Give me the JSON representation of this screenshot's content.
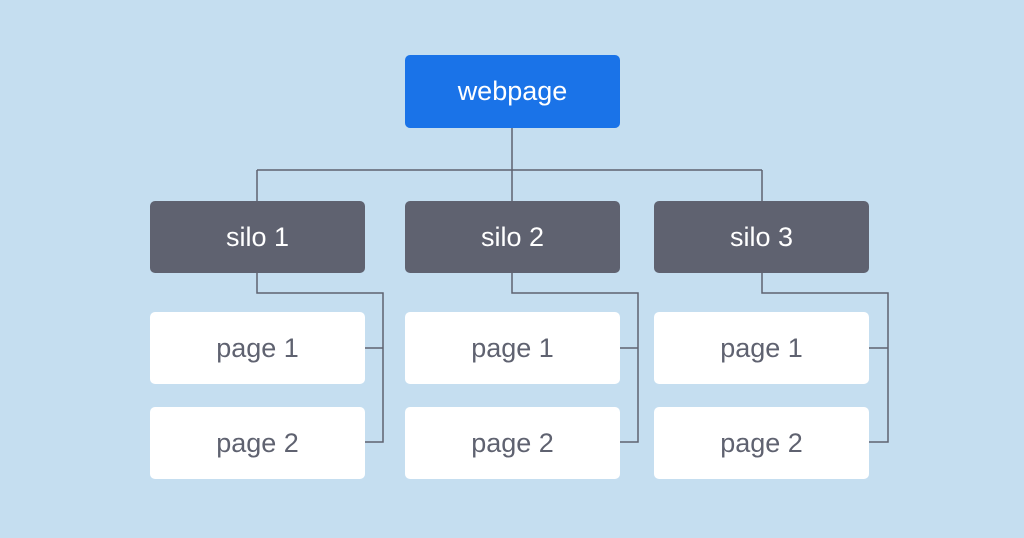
{
  "root": {
    "label": "webpage"
  },
  "silos": [
    {
      "label": "silo 1",
      "pages": [
        "page 1",
        "page 2"
      ]
    },
    {
      "label": "silo 2",
      "pages": [
        "page 1",
        "page 2"
      ]
    },
    {
      "label": "silo 3",
      "pages": [
        "page 1",
        "page 2"
      ]
    }
  ],
  "colors": {
    "background": "#c5def0",
    "root": "#1a73e8",
    "silo": "#5f6270",
    "page": "#ffffff",
    "connector": "#5f6270"
  }
}
